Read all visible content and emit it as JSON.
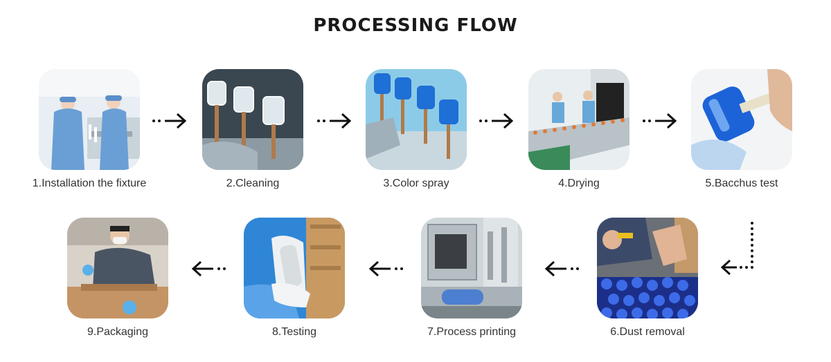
{
  "title": "PROCESSING FLOW",
  "steps": [
    {
      "label": "1.Installation the fixture",
      "image": "workers-installing-fixture"
    },
    {
      "label": "2.Cleaning",
      "image": "glass-bottles-on-cleaning-rack"
    },
    {
      "label": "3.Color spray",
      "image": "blue-sprayed-bottles"
    },
    {
      "label": "4.Drying",
      "image": "drying-conveyor-line"
    },
    {
      "label": "5.Bacchus test",
      "image": "blue-bottle-tape-test"
    },
    {
      "label": "6.Dust removal",
      "image": "blue-bottles-dust-blowing"
    },
    {
      "label": "7.Process printing",
      "image": "printing-machine"
    },
    {
      "label": "8.Testing",
      "image": "gloved-hands-testing-bottle"
    },
    {
      "label": "9.Packaging",
      "image": "worker-packing-box"
    }
  ],
  "arrow_icon": "dotted-arrow-icon",
  "colors": {
    "title": "#1a1a1a",
    "label": "#333333",
    "arrow": "#111111"
  }
}
